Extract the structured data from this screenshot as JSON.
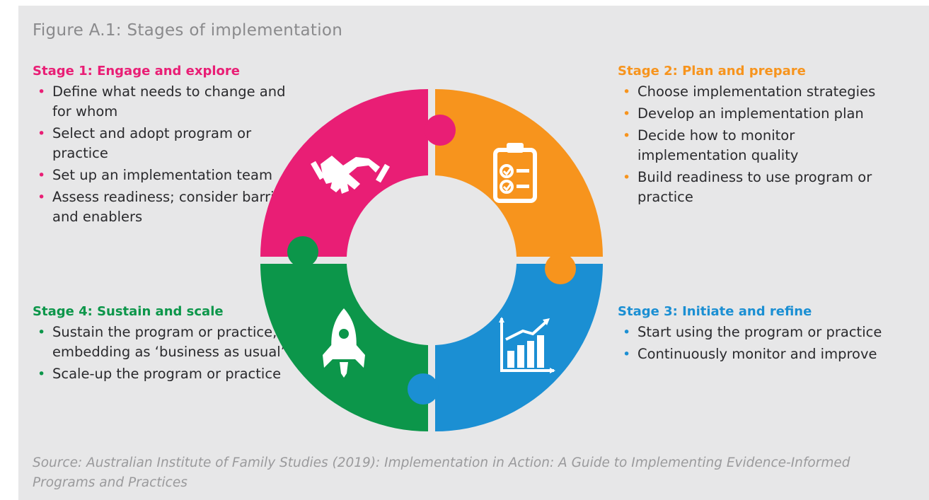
{
  "figure": {
    "title": "Figure A.1: Stages of implementation"
  },
  "colors": {
    "stage1": "#e91e75",
    "stage2": "#f7941d",
    "stage3": "#1b8fd3",
    "stage4": "#0c964a",
    "background": "#e7e7e8"
  },
  "stages": [
    {
      "heading": "Stage 1: Engage and explore",
      "icon": "handshake-icon",
      "bullets": [
        "Define what needs to change and for whom",
        "Select and adopt program or practice",
        "Set up an implementation team",
        "Assess readiness; consider barriers and enablers"
      ]
    },
    {
      "heading": "Stage 2: Plan and prepare",
      "icon": "clipboard-checklist-icon",
      "bullets": [
        "Choose implementation strategies",
        "Develop an implementation plan",
        "Decide how to monitor implementation quality",
        "Build readiness to use program or practice"
      ]
    },
    {
      "heading": "Stage 3: Initiate and refine",
      "icon": "growth-chart-icon",
      "bullets": [
        "Start using the program or practice",
        "Continuously monitor and improve"
      ]
    },
    {
      "heading": "Stage 4: Sustain and scale",
      "icon": "rocket-icon",
      "bullets": [
        "Sustain the program or practice, embedding as ‘business as usual’",
        "Scale-up the program or practice"
      ]
    }
  ],
  "source": "Source: Australian Institute of Family Studies (2019): Implementation in Action: A Guide to Implementing Evidence-Informed Programs and Practices"
}
